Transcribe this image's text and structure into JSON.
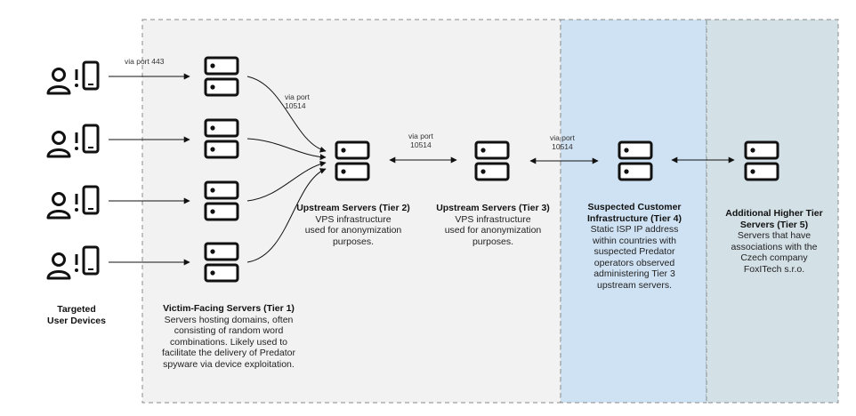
{
  "colors": {
    "tier_bg_gray": "#f2f2f2",
    "tier4_bg": "#cfe2f3",
    "tier5_bg": "#d3e0e6",
    "border": "#8a8a8a",
    "ink": "#111111"
  },
  "targets": {
    "label_line1": "Targeted",
    "label_line2": "User Devices",
    "icon": "person-with-phone-icon"
  },
  "edge_labels": {
    "port443": "via port 443",
    "t1_t2_line1": "via port",
    "t1_t2_line2": "10514",
    "t2_t3_line1": "via port",
    "t2_t3_line2": "10514",
    "t3_t4_line1": "via port",
    "t3_t4_line2": "10514"
  },
  "tiers": {
    "tier1": {
      "title": "Victim-Facing Servers (Tier 1)",
      "lines": [
        "Servers hosting domains, often",
        "consisting of random word",
        "combinations. Likely used to",
        "facilitate the delivery of Predator",
        "spyware via device exploitation."
      ]
    },
    "tier2": {
      "title": "Upstream Servers (Tier 2)",
      "lines": [
        "VPS infrastructure",
        "used for anonymization",
        "purposes."
      ]
    },
    "tier3": {
      "title": "Upstream Servers (Tier 3)",
      "lines": [
        "VPS infrastructure",
        "used for anonymization",
        "purposes."
      ]
    },
    "tier4": {
      "title_line1": "Suspected Customer",
      "title_line2": "Infrastructure (Tier 4)",
      "lines": [
        "Static ISP IP address",
        "within countries with",
        "suspected Predator",
        "operators observed",
        "administering Tier 3",
        "upstream servers."
      ]
    },
    "tier5": {
      "title_line1": "Additional Higher Tier",
      "title_line2": "Servers (Tier 5)",
      "lines": [
        "Servers that have",
        "associations with the",
        "Czech company",
        "FoxITech s.r.o."
      ]
    }
  }
}
